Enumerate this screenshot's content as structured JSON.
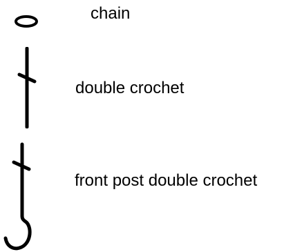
{
  "legend": {
    "items": [
      {
        "symbol": "chain-icon",
        "label": "chain"
      },
      {
        "symbol": "double-crochet-icon",
        "label": "double crochet"
      },
      {
        "symbol": "front-post-double-crochet-icon",
        "label": "front post double crochet"
      }
    ]
  },
  "colors": {
    "ink": "#000000",
    "background": "#ffffff"
  }
}
